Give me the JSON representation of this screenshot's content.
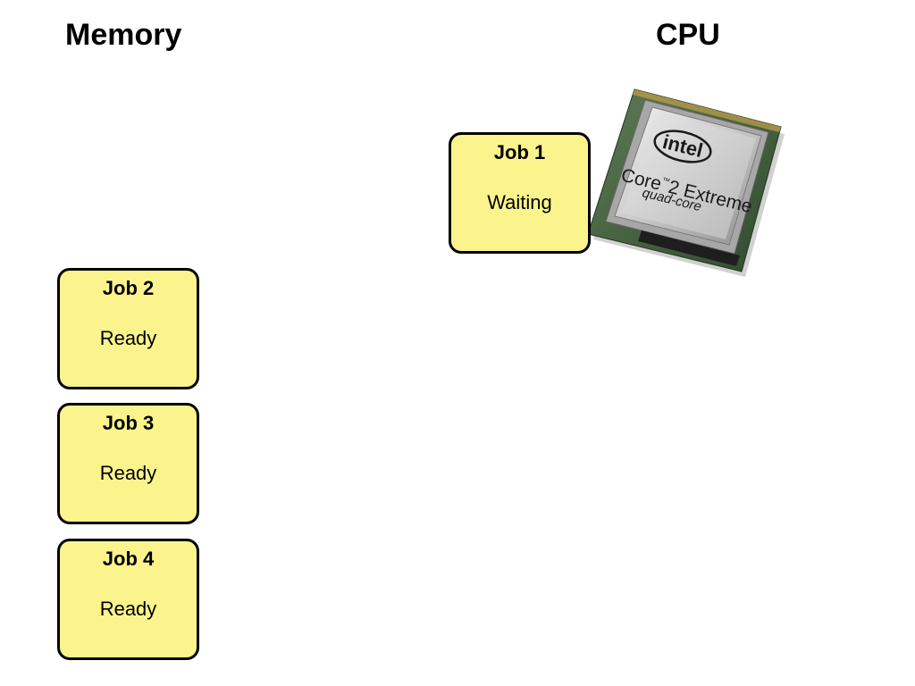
{
  "headings": {
    "memory": "Memory",
    "cpu": "CPU"
  },
  "cpu_job": {
    "title": "Job 1",
    "status": "Waiting"
  },
  "memory_jobs": [
    {
      "title": "Job 2",
      "status": "Ready"
    },
    {
      "title": "Job 3",
      "status": "Ready"
    },
    {
      "title": "Job 4",
      "status": "Ready"
    }
  ],
  "chip": {
    "brand": "intel",
    "line1": "Core",
    "line2": "2 Extreme",
    "line3": "quad-core",
    "tm": "™"
  },
  "colors": {
    "job_fill": "#fbf48c",
    "job_border": "#000000"
  }
}
